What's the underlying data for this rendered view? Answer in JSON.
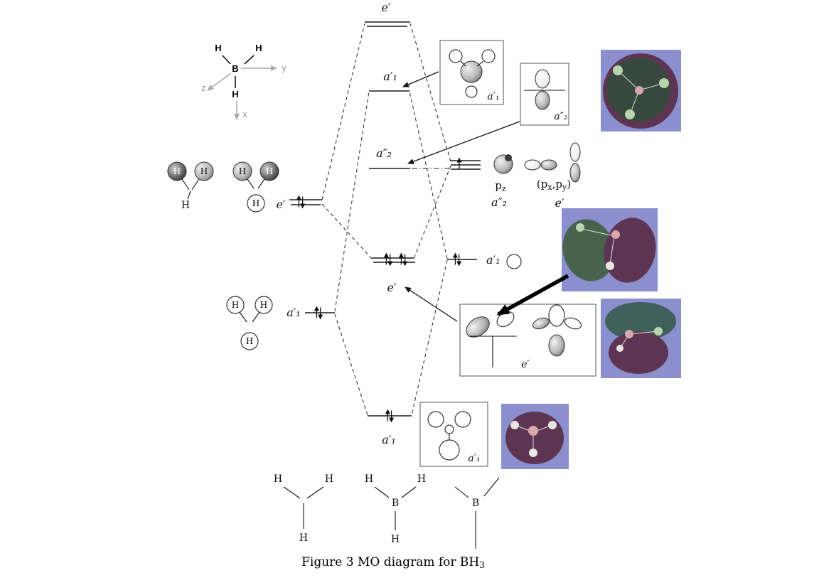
{
  "caption": {
    "text": "Figure 3 MO diagram for BH",
    "sub": "3"
  },
  "axes": {
    "x": "x",
    "y": "y",
    "z": "z"
  },
  "atoms": {
    "H": "H",
    "B": "B"
  },
  "levels": {
    "e_top": "e′",
    "a1_antibonding": "a′₁",
    "a2_nonbonding": "a″₂",
    "e_fragment": "e′",
    "a1_fragment": "a′₁",
    "e_bonding": "e′",
    "a1_bonding": "a′₁",
    "a1_boron_2s": "a′₁"
  },
  "boron_orbitals": {
    "p_base": "p",
    "p_sub_z": "z",
    "pxpy": [
      "(p",
      "x",
      ",p",
      "y",
      ")"
    ],
    "pz_symmetry": "a″₂",
    "pxpy_symmetry": "e′"
  },
  "sketch_boxes": {
    "a1_antibonding": "a′₁",
    "a2": "a″₂",
    "e": "e′",
    "a1_bonding": "a′₁"
  },
  "colors": {
    "lavender": "#8b8fce",
    "darkTeal": "#37493f",
    "maroon": "#5d3552",
    "green": "#47624d",
    "teal": "#3f615c",
    "paleGreen": "#b9d4ae",
    "pink": "#d8a8ac",
    "white3d": "#e9e6e2"
  }
}
